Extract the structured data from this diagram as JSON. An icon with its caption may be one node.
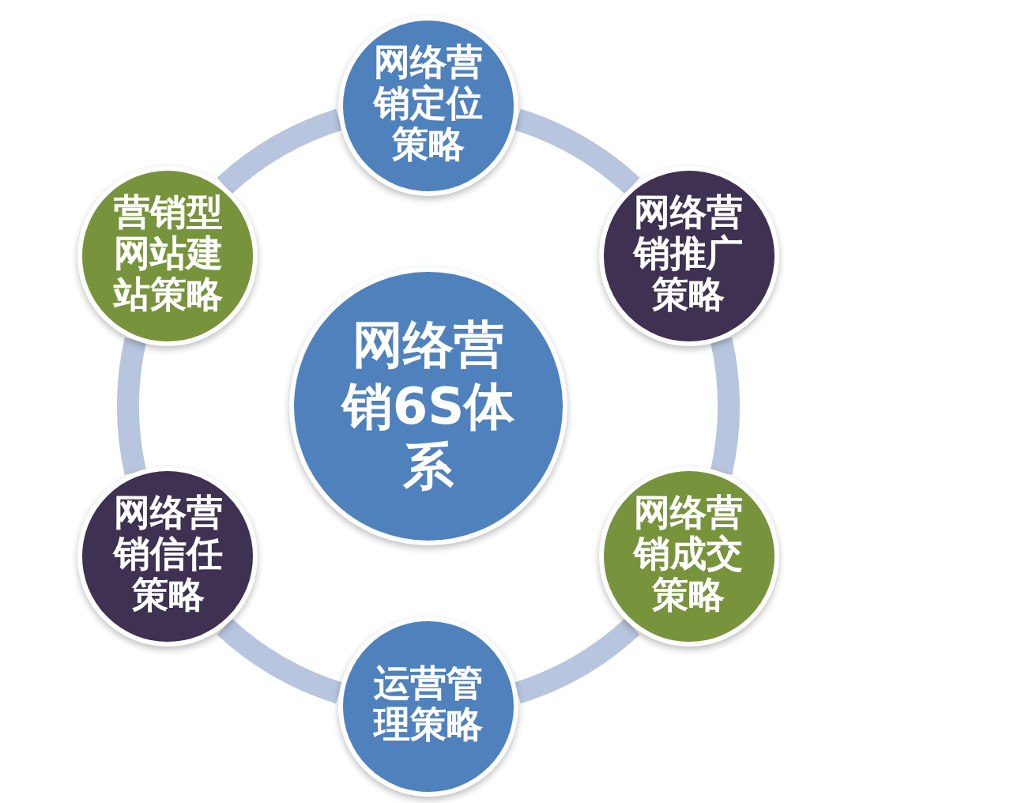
{
  "diagram": {
    "nodes": [
      {
        "text": [
          "网络营销定位策略"
        ]
      },
      {
        "text": [
          "营销型网站建站策略"
        ]
      },
      {
        "text": [
          "网络营销推广策略"
        ]
      },
      {
        "text": [
          "网络营销6S体系"
        ]
      },
      {
        "text": [
          "网络营销信任策略"
        ]
      },
      {
        "text": [
          "网络营销成交策略"
        ]
      },
      {
        "text": [
          "运营管理策略"
        ]
      }
    ],
    "edges": [
      {
        "from": 0,
        "to": 2,
        "arrow": "none"
      },
      {
        "from": 2,
        "to": 5,
        "arrow": "none"
      },
      {
        "from": 5,
        "to": 6,
        "arrow": "none"
      },
      {
        "from": 6,
        "to": 4,
        "arrow": "none"
      },
      {
        "from": 4,
        "to": 1,
        "arrow": "none"
      },
      {
        "from": 1,
        "to": 0,
        "arrow": "none"
      }
    ]
  }
}
